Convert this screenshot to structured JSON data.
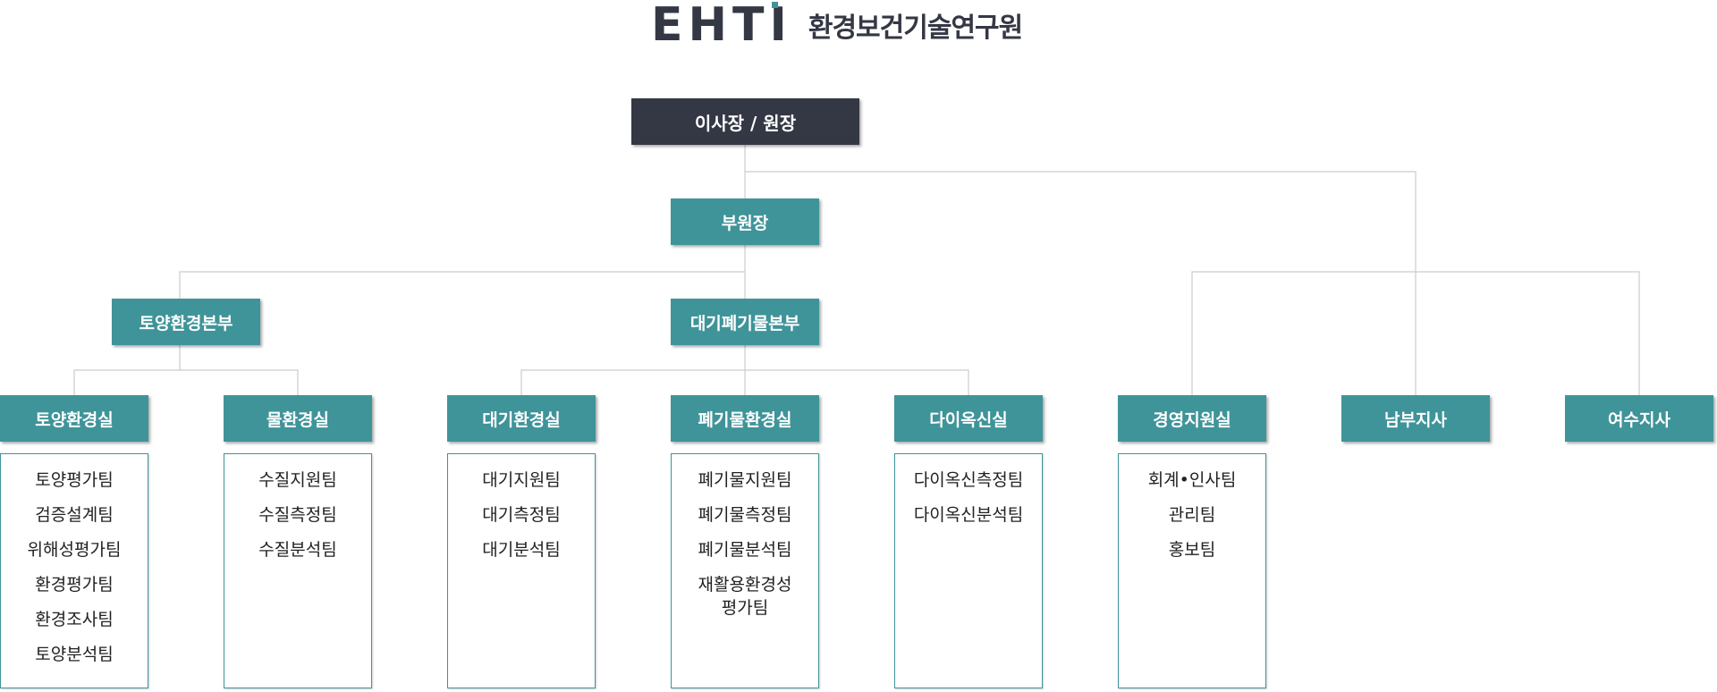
{
  "logo": {
    "mark": "EHTI",
    "name": "환경보건기술연구원"
  },
  "colors": {
    "dark": "#343844",
    "teal": "#3f9499",
    "line": "#cccccc"
  },
  "org": {
    "chairman": "이사장 / 원장",
    "vice": "부원장",
    "hq_soil": "토양환경본부",
    "hq_air": "대기폐기물본부",
    "depts": [
      {
        "label": "토양환경실",
        "teams": [
          "토양평가팀",
          "검증설계팀",
          "위해성평가팀",
          "환경평가팀",
          "환경조사팀",
          "토양분석팀"
        ]
      },
      {
        "label": "물환경실",
        "teams": [
          "수질지원팀",
          "수질측정팀",
          "수질분석팀"
        ]
      },
      {
        "label": "대기환경실",
        "teams": [
          "대기지원팀",
          "대기측정팀",
          "대기분석팀"
        ]
      },
      {
        "label": "폐기물환경실",
        "teams": [
          "폐기물지원팀",
          "폐기물측정팀",
          "폐기물분석팀",
          "재활용환경성\n평가팀"
        ]
      },
      {
        "label": "다이옥신실",
        "teams": [
          "다이옥신측정팀",
          "다이옥신분석팀"
        ]
      },
      {
        "label": "경영지원실",
        "teams": [
          "회계•인사팀",
          "관리팀",
          "홍보팀"
        ]
      },
      {
        "label": "남부지사",
        "teams": []
      },
      {
        "label": "여수지사",
        "teams": []
      }
    ]
  }
}
